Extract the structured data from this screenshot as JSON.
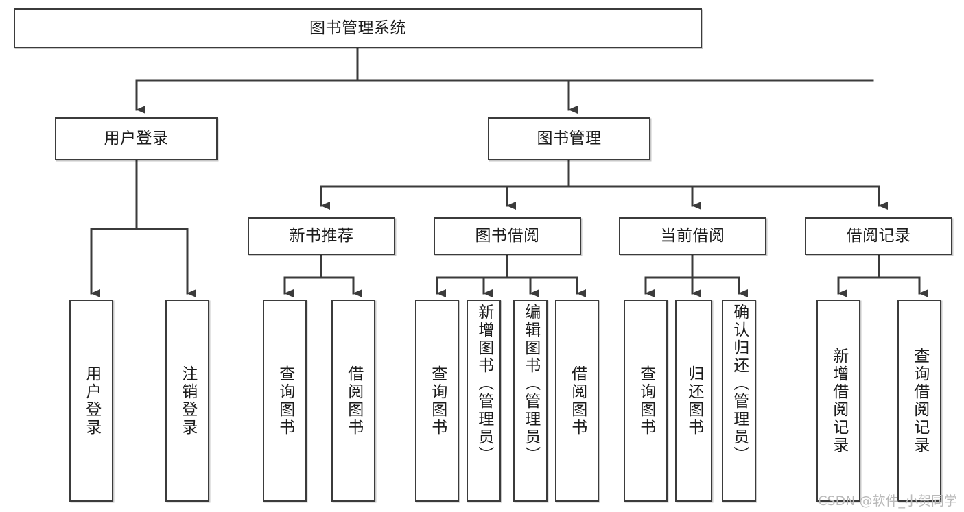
{
  "diagram": {
    "type": "tree-hierarchy-chart",
    "title": "图书管理系统",
    "watermark": "CSDN @软件_小贺同学",
    "colors": {
      "box_stroke": "#3b3b3b",
      "box_fill": "#ffffff",
      "line": "#3b3b3b",
      "text": "#1c1c1c",
      "watermark": "#b9b9b9",
      "background": "#ffffff"
    },
    "nodes": {
      "root": {
        "label": "图书管理系统"
      },
      "level2": [
        {
          "id": "user-login",
          "label": "用户登录"
        },
        {
          "id": "book-management",
          "label": "图书管理"
        }
      ],
      "level3": [
        {
          "id": "new-book-recommend",
          "label": "新书推荐"
        },
        {
          "id": "book-borrow",
          "label": "图书借阅"
        },
        {
          "id": "current-borrow",
          "label": "当前借阅"
        },
        {
          "id": "borrow-record",
          "label": "借阅记录"
        }
      ],
      "leaves": {
        "user_login": [
          {
            "id": "leaf-user-login",
            "label": "用户登录"
          },
          {
            "id": "leaf-logout-login",
            "label": "注销登录"
          }
        ],
        "new_book_recommend": [
          {
            "id": "leaf-query-book-1",
            "label": "查询图书"
          },
          {
            "id": "leaf-borrow-book-1",
            "label": "借阅图书"
          }
        ],
        "book_borrow": [
          {
            "id": "leaf-query-book-2",
            "label": "查询图书"
          },
          {
            "id": "leaf-add-book",
            "label": "新增图书（管理员）"
          },
          {
            "id": "leaf-edit-book",
            "label": "编辑图书（管理员）"
          },
          {
            "id": "leaf-borrow-book-2",
            "label": "借阅图书"
          }
        ],
        "current_borrow": [
          {
            "id": "leaf-query-book-3",
            "label": "查询图书"
          },
          {
            "id": "leaf-return-book",
            "label": "归还图书"
          },
          {
            "id": "leaf-confirm-return",
            "label": "确认归还（管理员）"
          }
        ],
        "borrow_record": [
          {
            "id": "leaf-add-record",
            "label": "新增借阅记录"
          },
          {
            "id": "leaf-query-record",
            "label": "查询借阅记录"
          }
        ]
      }
    }
  }
}
